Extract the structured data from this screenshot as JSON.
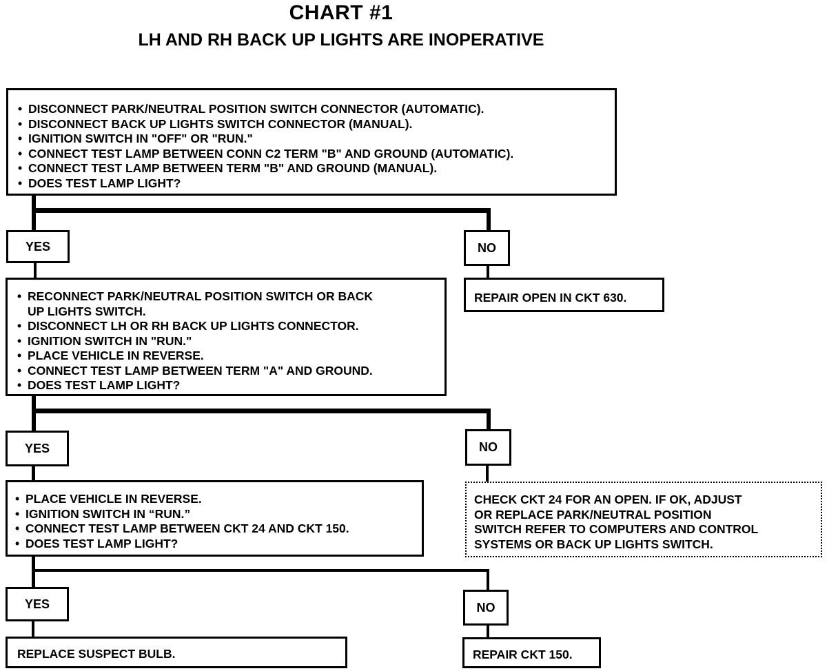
{
  "title": "CHART #1",
  "subtitle": "LH AND RH BACK UP LIGHTS ARE INOPERATIVE",
  "step1": {
    "items": [
      "DISCONNECT PARK/NEUTRAL POSITION SWITCH CONNECTOR (AUTOMATIC).",
      "DISCONNECT BACK UP LIGHTS SWITCH CONNECTOR (MANUAL).",
      "IGNITION SWITCH IN \"OFF\" OR \"RUN.\"",
      "CONNECT TEST LAMP BETWEEN CONN C2 TERM \"B\" AND GROUND (AUTOMATIC).",
      "CONNECT TEST LAMP BETWEEN TERM \"B\" AND GROUND (MANUAL).",
      "DOES TEST LAMP LIGHT?"
    ],
    "yes_label": "YES",
    "no_label": "NO",
    "no_result": "REPAIR OPEN IN CKT 630."
  },
  "step2": {
    "items": [
      "RECONNECT PARK/NEUTRAL POSITION SWITCH OR BACK",
      "DISCONNECT LH OR RH BACK UP LIGHTS CONNECTOR.",
      "IGNITION SWITCH IN \"RUN.\"",
      "PLACE VEHICLE IN REVERSE.",
      "CONNECT TEST LAMP BETWEEN TERM \"A\" AND GROUND.",
      "DOES TEST LAMP LIGHT?"
    ],
    "item1_cont": "UP LIGHTS SWITCH.",
    "yes_label": "YES",
    "no_label": "NO",
    "no_result_lines": [
      "CHECK CKT 24 FOR AN OPEN. IF OK, ADJUST",
      "OR REPLACE PARK/NEUTRAL POSITION",
      "SWITCH REFER TO COMPUTERS AND CONTROL",
      "SYSTEMS OR BACK UP  LIGHTS SWITCH."
    ]
  },
  "step3": {
    "items": [
      "PLACE VEHICLE IN REVERSE.",
      "IGNITION SWITCH IN “RUN.”",
      "CONNECT TEST LAMP BETWEEN CKT 24 AND CKT 150.",
      "DOES TEST LAMP LIGHT?"
    ],
    "yes_label": "YES",
    "no_label": "NO",
    "yes_result": "REPLACE SUSPECT BULB.",
    "no_result": "REPAIR CKT 150."
  }
}
